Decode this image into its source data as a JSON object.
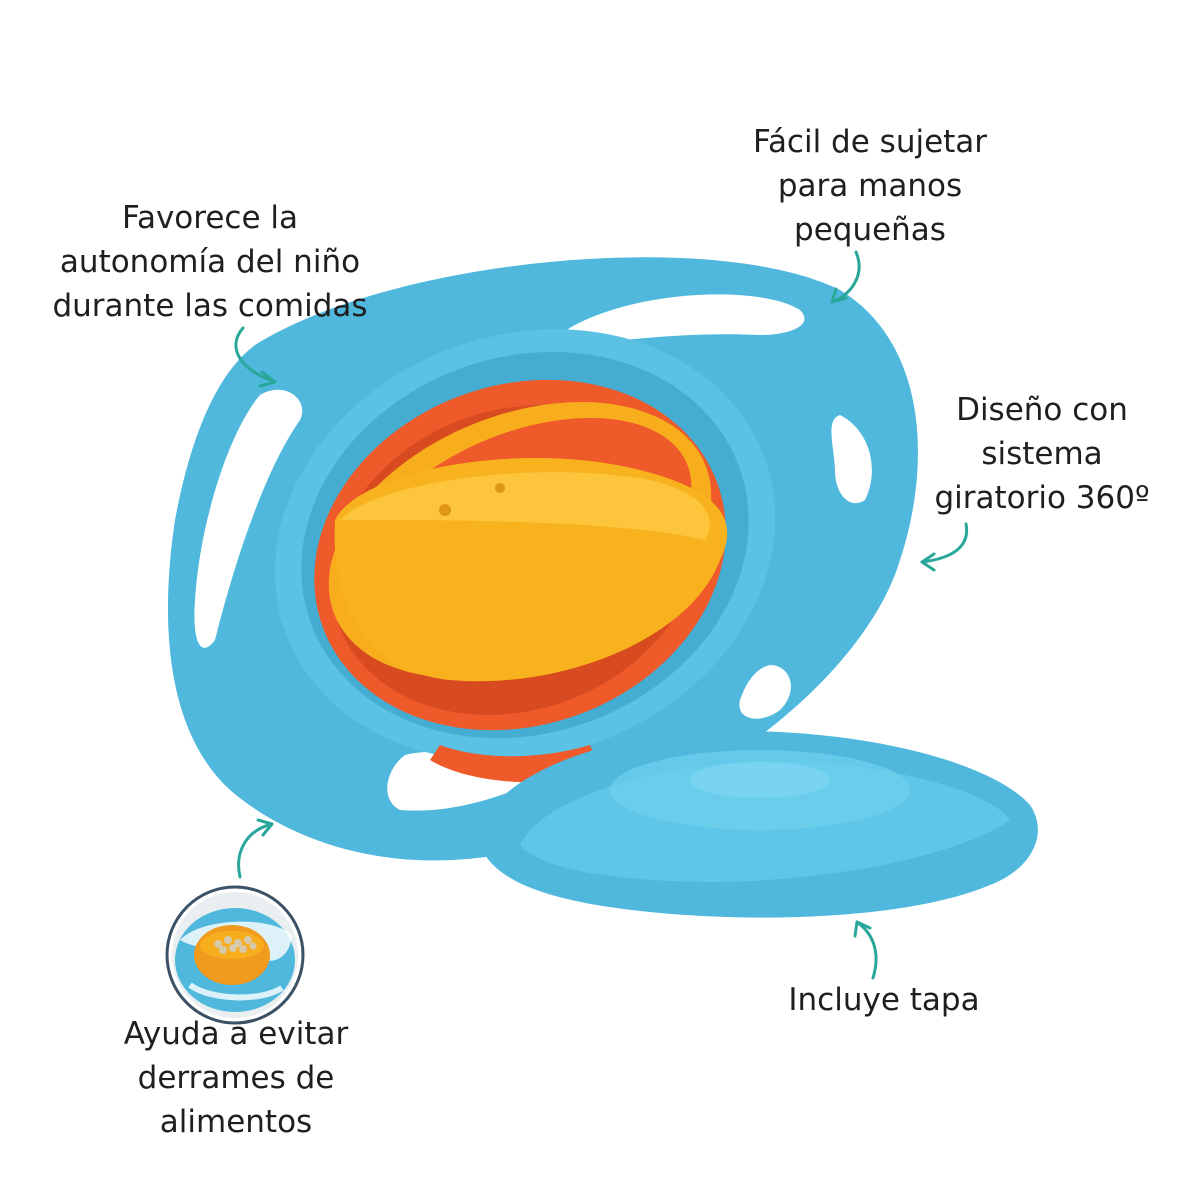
{
  "features": {
    "autonomy": {
      "icon": "curved-arrow-icon",
      "lines": [
        "Favorece la",
        "autonomía del niño",
        "durante las comidas"
      ]
    },
    "grip": {
      "icon": "curved-arrow-icon",
      "lines": [
        "Fácil de sujetar",
        "para manos",
        "pequeñas"
      ]
    },
    "rotation": {
      "icon": "curved-arrow-icon",
      "lines": [
        "Diseño con",
        "sistema",
        "giratorio 360º"
      ]
    },
    "spill": {
      "icon": "curved-arrow-icon",
      "lines": [
        "Ayuda a evitar",
        "derrames de",
        "alimentos"
      ]
    },
    "lid": {
      "icon": "curved-arrow-icon",
      "lines": [
        "Incluye tapa"
      ]
    }
  },
  "colors": {
    "bowl_blue": "#4fb8dc",
    "bowl_yellow": "#f7ad1c",
    "bowl_orange": "#ee5a2a",
    "arrow_teal": "#2aa79b",
    "text": "#1f1f1f"
  },
  "images": {
    "main": "gyroscope-bowl-product-illustration",
    "inset": "bowl-with-food-thumbnail"
  }
}
